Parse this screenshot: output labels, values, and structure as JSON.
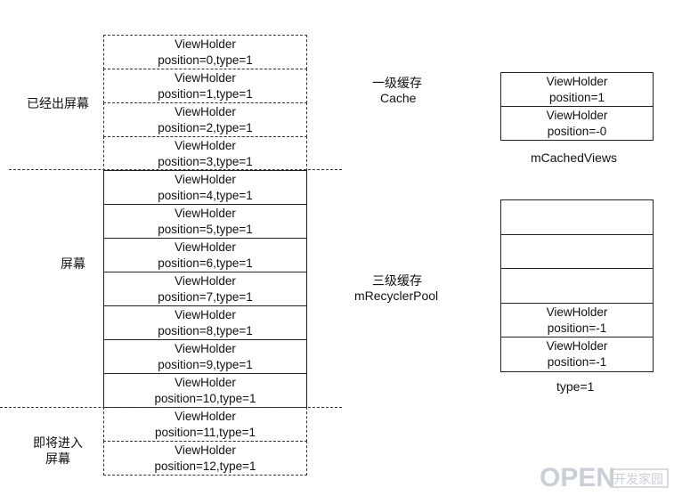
{
  "left_column": {
    "cells": [
      {
        "line1": "ViewHolder",
        "line2": "position=0,type=1",
        "zone": "offscreen"
      },
      {
        "line1": "ViewHolder",
        "line2": "position=1,type=1",
        "zone": "offscreen"
      },
      {
        "line1": "ViewHolder",
        "line2": "position=2,type=1",
        "zone": "offscreen"
      },
      {
        "line1": "ViewHolder",
        "line2": "position=3,type=1",
        "zone": "offscreen"
      },
      {
        "line1": "ViewHolder",
        "line2": "position=4,type=1",
        "zone": "screen"
      },
      {
        "line1": "ViewHolder",
        "line2": "position=5,type=1",
        "zone": "screen"
      },
      {
        "line1": "ViewHolder",
        "line2": "position=6,type=1",
        "zone": "screen"
      },
      {
        "line1": "ViewHolder",
        "line2": "position=7,type=1",
        "zone": "screen"
      },
      {
        "line1": "ViewHolder",
        "line2": "position=8,type=1",
        "zone": "screen"
      },
      {
        "line1": "ViewHolder",
        "line2": "position=9,type=1",
        "zone": "screen"
      },
      {
        "line1": "ViewHolder",
        "line2": "position=10,type=1",
        "zone": "screen"
      },
      {
        "line1": "ViewHolder",
        "line2": "position=11,type=1",
        "zone": "entering"
      },
      {
        "line1": "ViewHolder",
        "line2": "position=12,type=1",
        "zone": "entering"
      }
    ]
  },
  "zone_labels": {
    "offscreen": "已经出屏幕",
    "screen": "屏幕",
    "entering_line1": "即将进入",
    "entering_line2": "屏幕"
  },
  "cache_level1": {
    "title": "一级缓存",
    "subtitle": "Cache",
    "caption": "mCachedViews",
    "cells": [
      {
        "line1": "ViewHolder",
        "line2": "position=1"
      },
      {
        "line1": "ViewHolder",
        "line2": "position=-0"
      }
    ]
  },
  "cache_level3": {
    "title": "三级缓存",
    "subtitle": "mRecyclerPool",
    "caption": "type=1",
    "cells": [
      {
        "line1": "",
        "line2": ""
      },
      {
        "line1": "",
        "line2": ""
      },
      {
        "line1": "",
        "line2": ""
      },
      {
        "line1": "ViewHolder",
        "line2": "position=-1"
      },
      {
        "line1": "ViewHolder",
        "line2": "position=-1"
      }
    ]
  },
  "watermark": {
    "brand": "OPEN",
    "suffix": "开发家园"
  },
  "colors": {
    "line": "#333333",
    "watermark": "#c9cfd6"
  }
}
